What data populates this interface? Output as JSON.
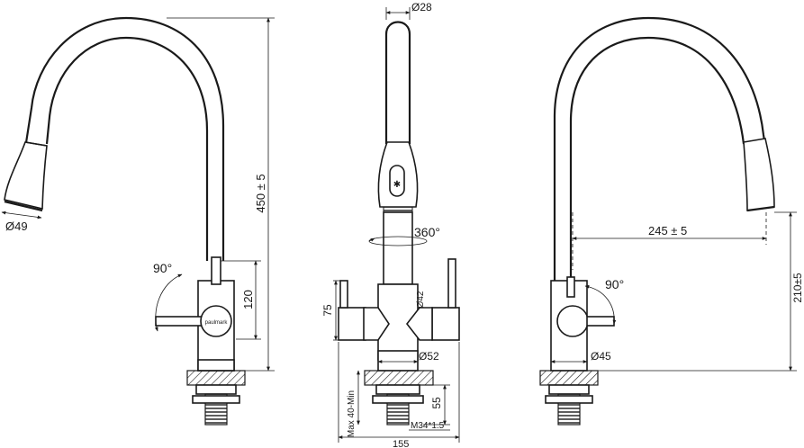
{
  "brand": "paulmark",
  "dimensions": {
    "spout_diameter_top": "Ø28",
    "head_diameter": "Ø49",
    "height": "450 ± 5",
    "rotation": "360°",
    "handle_angle_left": "90°",
    "handle_angle_right": "90°",
    "handle_height": "120",
    "lever_height": "75",
    "body_diameter": "Ø42",
    "base_diameter": "Ø52",
    "thread": "M34*1.5",
    "shank_length": "55",
    "countertop": "Max 40-Min",
    "total_width": "155",
    "reach": "245 ± 5",
    "spout_clearance": "210±5",
    "base_diameter_side": "Ø45"
  },
  "colors": {
    "line": "#1a1a1a",
    "background": "#ffffff"
  }
}
